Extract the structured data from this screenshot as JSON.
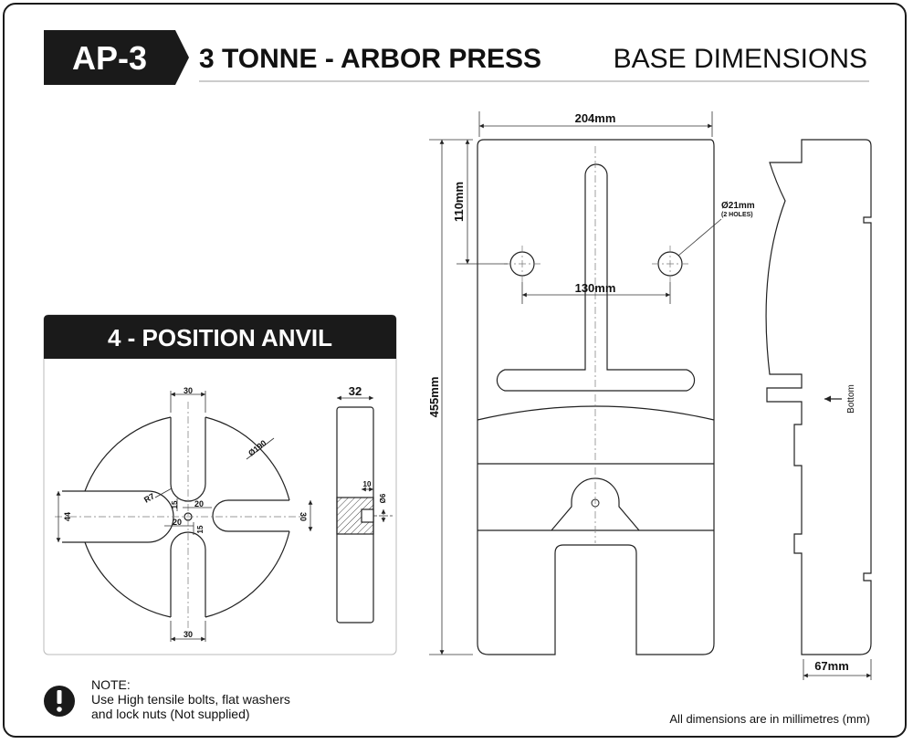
{
  "header": {
    "model": "AP-3",
    "title": "3 TONNE - ARBOR PRESS",
    "section": "BASE DIMENSIONS"
  },
  "anvil": {
    "title": "4 - POSITION ANVIL",
    "dims": {
      "slot_top": "30",
      "slot_bottom": "30",
      "slot_left": "44",
      "slot_right": "30",
      "diameter": "Ø190",
      "radius": "R7",
      "inner_v1": "15",
      "inner_v2": "15",
      "inner_h1": "20",
      "inner_h2": "20",
      "thickness": "32",
      "hole_depth": "10",
      "hole_dia": "Ø6"
    }
  },
  "base": {
    "dims": {
      "width": "204mm",
      "height": "455mm",
      "hole_offset": "110mm",
      "hole_spacing": "130mm",
      "hole_dia": "Ø21mm",
      "hole_count": "(2 HOLES)",
      "side_depth": "67mm",
      "bottom_label": "Bottom"
    }
  },
  "note": {
    "icon": "exclamation-icon",
    "heading": "NOTE:",
    "line1": "Use High tensile bolts, flat washers",
    "line2": "and lock nuts (Not supplied)"
  },
  "footer": "All dimensions are in millimetres (mm)"
}
